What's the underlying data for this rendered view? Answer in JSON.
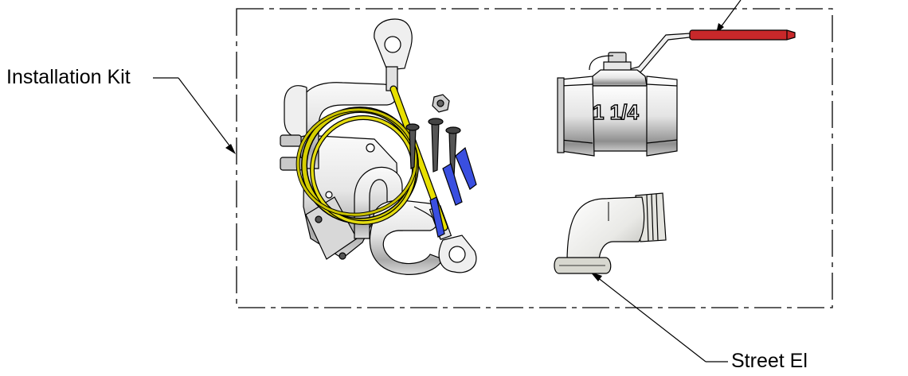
{
  "callouts": {
    "installation_kit": "Installation Kit",
    "street_el": "Street El"
  },
  "parts": {
    "ball_valve_marking": "1 1/4"
  },
  "colors": {
    "outline": "#000000",
    "ground_wire": "#e8e000",
    "coil": "#d6cf00",
    "anchor": "#3a4fe0",
    "handle": "#c8282a",
    "metal_light": "#f1f1f1",
    "metal_mid": "#bdbdbd",
    "metal_dark": "#6e6e6e"
  }
}
